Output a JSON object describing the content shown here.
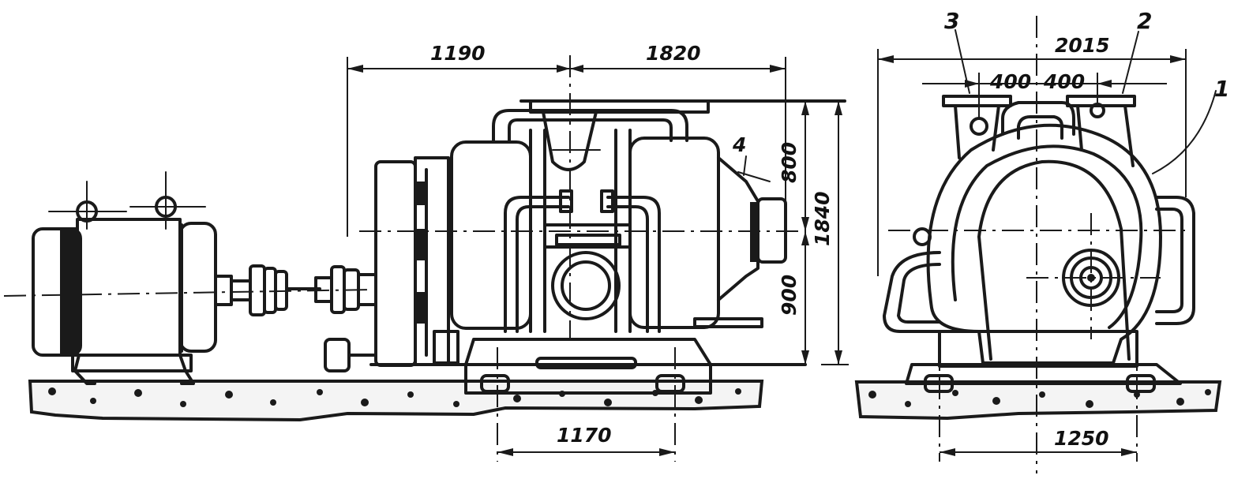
{
  "dimensions": {
    "top_left": "1190",
    "top_right": "1820",
    "side_upper": "800",
    "side_lower": "900",
    "height_total": "1840",
    "base_side": "1170",
    "end_width": "2015",
    "end_half_left": "400",
    "end_half_right": "400",
    "end_base": "1250"
  },
  "callouts": {
    "one": "1",
    "two": "2",
    "three": "3",
    "four": "4"
  },
  "colors": {
    "ink": "#1a1a1a",
    "paper": "#ffffff"
  }
}
